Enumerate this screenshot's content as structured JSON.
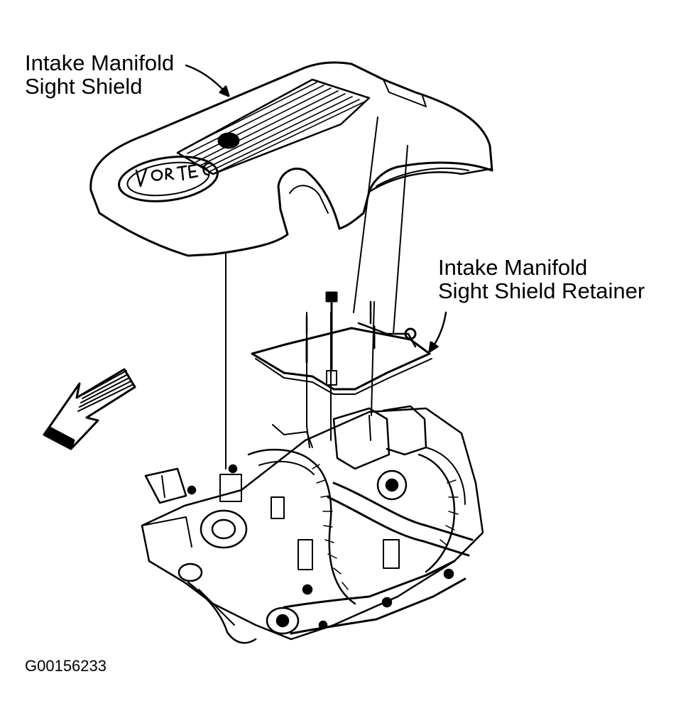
{
  "callouts": {
    "sight_shield": {
      "line1": "Intake Manifold",
      "line2": "Sight Shield"
    },
    "retainer": {
      "line1": "Intake Manifold",
      "line2": "Sight Shield Retainer"
    }
  },
  "figure_id": "G00156233",
  "cover_logo_text": "VORTEC",
  "colors": {
    "ink": "#000000",
    "paper": "#ffffff"
  },
  "icons": {
    "direction_arrow": "front-direction-arrow-icon"
  }
}
